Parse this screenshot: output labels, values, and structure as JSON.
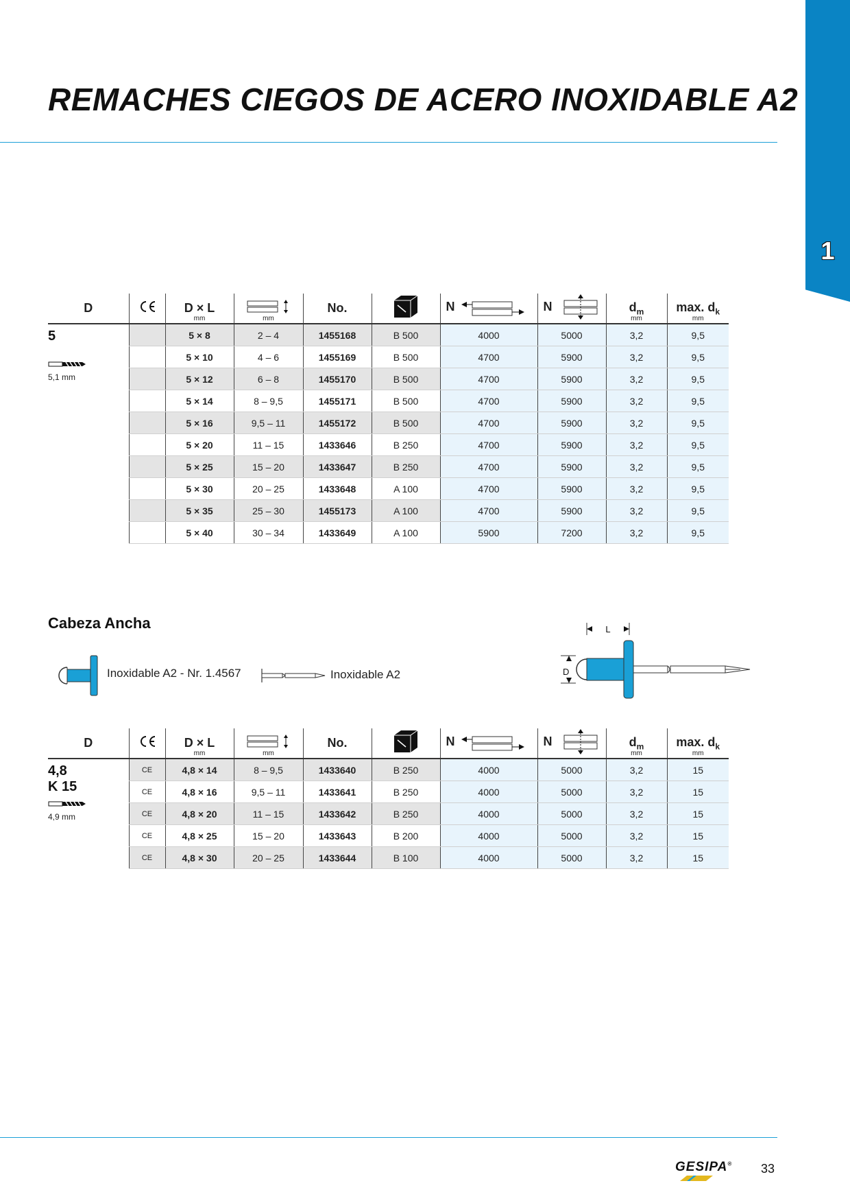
{
  "page": {
    "title": "REMACHES CIEGOS DE ACERO INOXIDABLE A2",
    "tab_number": "1",
    "page_number": "33",
    "brand": "GESIPA",
    "brand_mark": "®",
    "colors": {
      "accent": "#0a84c4",
      "rule": "#1a9fd8",
      "rivet": "#1aa0d6"
    }
  },
  "headers": {
    "d": "D",
    "ce": "CE",
    "dxl": "D × L",
    "dxl_unit": "mm",
    "range_unit": "mm",
    "no": "No.",
    "n_shear": "N",
    "n_tensile": "N",
    "dm": "dm",
    "dm_unit": "mm",
    "dk": "max. dk",
    "dk_unit": "mm"
  },
  "table1": {
    "d_value": "5",
    "drill_size": "5,1 mm",
    "rows": [
      {
        "dxl": "5 × 8",
        "range": "2 – 4",
        "no": "1455168",
        "pack": "B 500",
        "shear": "4000",
        "tensile": "5000",
        "dm": "3,2",
        "dk": "9,5"
      },
      {
        "dxl": "5 × 10",
        "range": "4 – 6",
        "no": "1455169",
        "pack": "B 500",
        "shear": "4700",
        "tensile": "5900",
        "dm": "3,2",
        "dk": "9,5"
      },
      {
        "dxl": "5 × 12",
        "range": "6 – 8",
        "no": "1455170",
        "pack": "B 500",
        "shear": "4700",
        "tensile": "5900",
        "dm": "3,2",
        "dk": "9,5"
      },
      {
        "dxl": "5 × 14",
        "range": "8 – 9,5",
        "no": "1455171",
        "pack": "B 500",
        "shear": "4700",
        "tensile": "5900",
        "dm": "3,2",
        "dk": "9,5"
      },
      {
        "dxl": "5 × 16",
        "range": "9,5 – 11",
        "no": "1455172",
        "pack": "B 500",
        "shear": "4700",
        "tensile": "5900",
        "dm": "3,2",
        "dk": "9,5"
      },
      {
        "dxl": "5 × 20",
        "range": "11 – 15",
        "no": "1433646",
        "pack": "B 250",
        "shear": "4700",
        "tensile": "5900",
        "dm": "3,2",
        "dk": "9,5"
      },
      {
        "dxl": "5 × 25",
        "range": "15 – 20",
        "no": "1433647",
        "pack": "B 250",
        "shear": "4700",
        "tensile": "5900",
        "dm": "3,2",
        "dk": "9,5"
      },
      {
        "dxl": "5 × 30",
        "range": "20 – 25",
        "no": "1433648",
        "pack": "A 100",
        "shear": "4700",
        "tensile": "5900",
        "dm": "3,2",
        "dk": "9,5"
      },
      {
        "dxl": "5 × 35",
        "range": "25 – 30",
        "no": "1455173",
        "pack": "A 100",
        "shear": "4700",
        "tensile": "5900",
        "dm": "3,2",
        "dk": "9,5"
      },
      {
        "dxl": "5 × 40",
        "range": "30 – 34",
        "no": "1433649",
        "pack": "A 100",
        "shear": "5900",
        "tensile": "7200",
        "dm": "3,2",
        "dk": "9,5"
      }
    ]
  },
  "section2": {
    "heading": "Cabeza Ancha",
    "legend_body": "Inoxidable A2 - Nr. 1.4567",
    "legend_mandrel": "Inoxidable A2",
    "diagram_label_l": "L",
    "diagram_label_d": "D"
  },
  "table2": {
    "d_value": "4,8",
    "d_subtitle": "K 15",
    "drill_size": "4,9 mm",
    "rows": [
      {
        "ce": "CE",
        "dxl": "4,8 × 14",
        "range": "8 – 9,5",
        "no": "1433640",
        "pack": "B 250",
        "shear": "4000",
        "tensile": "5000",
        "dm": "3,2",
        "dk": "15"
      },
      {
        "ce": "CE",
        "dxl": "4,8 × 16",
        "range": "9,5 – 11",
        "no": "1433641",
        "pack": "B 250",
        "shear": "4000",
        "tensile": "5000",
        "dm": "3,2",
        "dk": "15"
      },
      {
        "ce": "CE",
        "dxl": "4,8 × 20",
        "range": "11 – 15",
        "no": "1433642",
        "pack": "B 250",
        "shear": "4000",
        "tensile": "5000",
        "dm": "3,2",
        "dk": "15"
      },
      {
        "ce": "CE",
        "dxl": "4,8 × 25",
        "range": "15 – 20",
        "no": "1433643",
        "pack": "B 200",
        "shear": "4000",
        "tensile": "5000",
        "dm": "3,2",
        "dk": "15"
      },
      {
        "ce": "CE",
        "dxl": "4,8 × 30",
        "range": "20 – 25",
        "no": "1433644",
        "pack": "B 100",
        "shear": "4000",
        "tensile": "5000",
        "dm": "3,2",
        "dk": "15"
      }
    ]
  }
}
